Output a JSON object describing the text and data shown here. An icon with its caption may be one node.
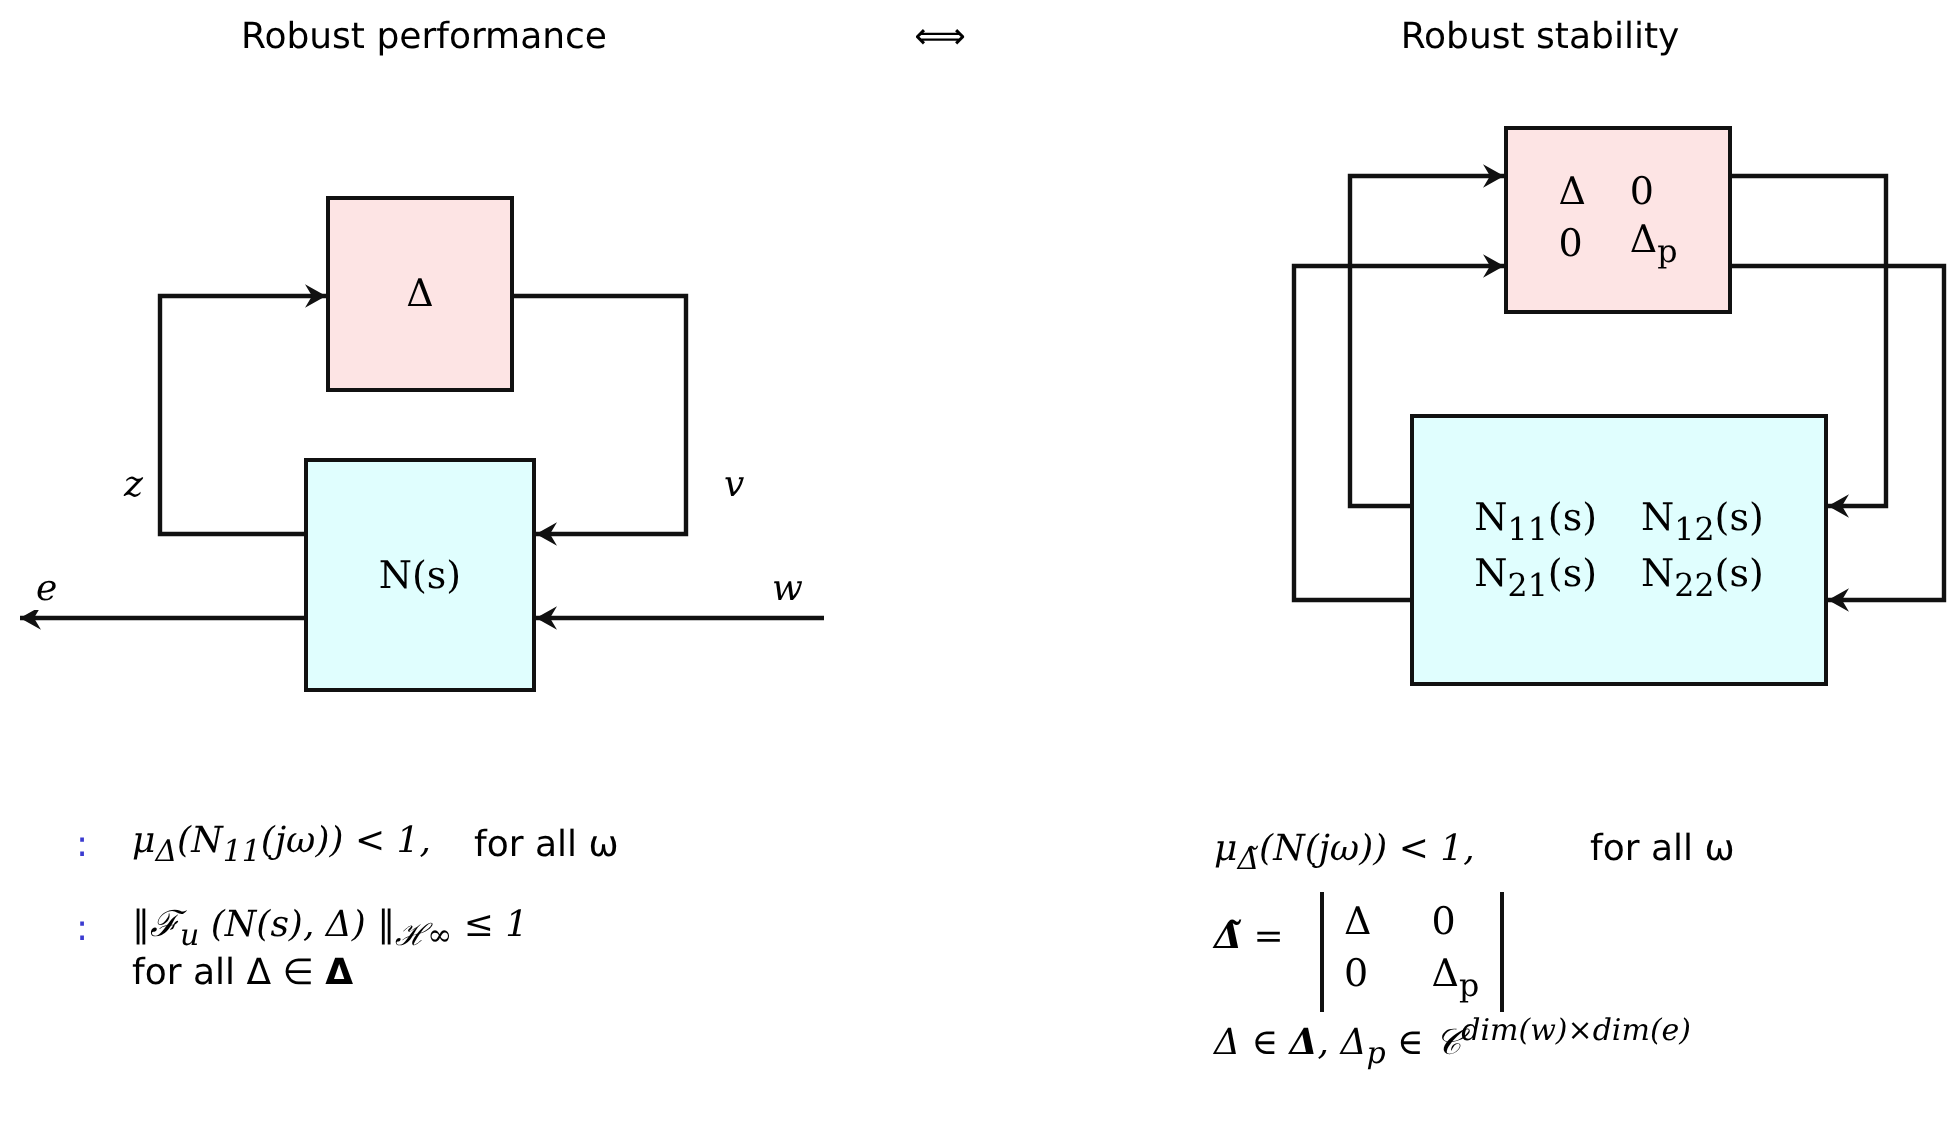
{
  "diagram": {
    "nodes": [
      {
        "text": [
          "Δ"
        ]
      },
      {
        "text": [
          "N(s)"
        ]
      },
      {
        "text": [
          "Δ",
          "0",
          "0",
          "Δ$_{p}$"
        ]
      },
      {
        "text": [
          "N$_{11}$(s)",
          "N$_{12}$(s)",
          "N$_{21}$(s)",
          "N$_{22}$(s)"
        ]
      }
    ],
    "edges": [
      {
        "from": 1,
        "to": 0,
        "arrow": "to",
        "label": "z"
      },
      {
        "from": 0,
        "to": 1,
        "arrow": "to",
        "label": "v"
      },
      {
        "from": 1,
        "to": null,
        "arrow": "to",
        "label": "e"
      },
      {
        "from": null,
        "to": 1,
        "arrow": "to",
        "label": "w"
      },
      {
        "from": 3,
        "to": 2,
        "arrow": "to"
      },
      {
        "from": 3,
        "to": 2,
        "arrow": "to"
      },
      {
        "from": 2,
        "to": 3,
        "arrow": "to"
      },
      {
        "from": 2,
        "to": 3,
        "arrow": "to"
      }
    ],
    "labels": [
      "Robust performance",
      "⟺",
      "Robust stability",
      ":",
      "μ$_{Δ}$(N$_{11}$(jω)) < 1,",
      "for all ω",
      ":",
      "‖ℱ$_{u}$ (N(s), Δ) ‖$_{ℋ∞}$ ≤ 1",
      "for all Δ ∈ **Δ**",
      "μ$_{Δ̃}$(N(jω)) < 1,",
      "for all ω",
      "**Δ̃** =",
      "Δ",
      "0",
      "0",
      "Δ$_{p}$",
      "Δ ∈ **Δ**, Δ$_{p}$ ∈ 𝒞$^{dim(w)×dim(e)}$"
    ]
  }
}
